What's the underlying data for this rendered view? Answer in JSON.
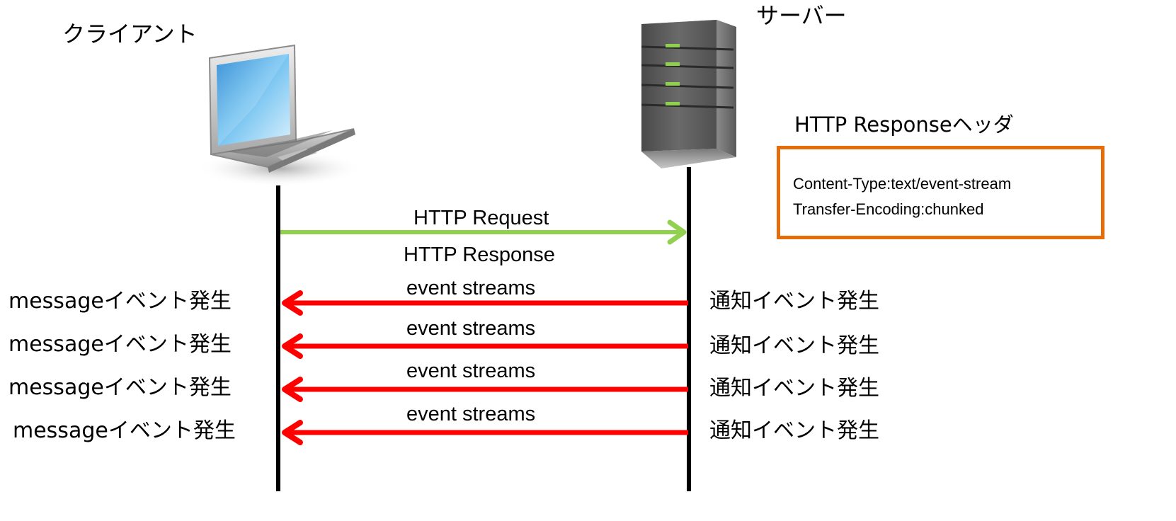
{
  "actors": {
    "client_label": "クライアント",
    "server_label": "サーバー"
  },
  "request": {
    "label": "HTTP Request",
    "color": "#92D050"
  },
  "response": {
    "label": "HTTP Response",
    "event_color": "#FF0000"
  },
  "events": [
    {
      "stream_label": "event streams",
      "client_label": "messageイベント発生",
      "server_label": "通知イベント発生"
    },
    {
      "stream_label": "event streams",
      "client_label": "messageイベント発生",
      "server_label": "通知イベント発生"
    },
    {
      "stream_label": "event streams",
      "client_label": "messageイベント発生",
      "server_label": "通知イベント発生"
    },
    {
      "stream_label": "event streams",
      "client_label": "messageイベント発生",
      "server_label": "通知イベント発生"
    }
  ],
  "response_header": {
    "title": "HTTP Responseヘッダ",
    "lines": [
      "Content-Type:text/event-stream",
      "Transfer-Encoding:chunked"
    ],
    "border_color": "#E46C0A"
  },
  "icons": {
    "client": "laptop-icon",
    "server": "server-tower-icon"
  }
}
